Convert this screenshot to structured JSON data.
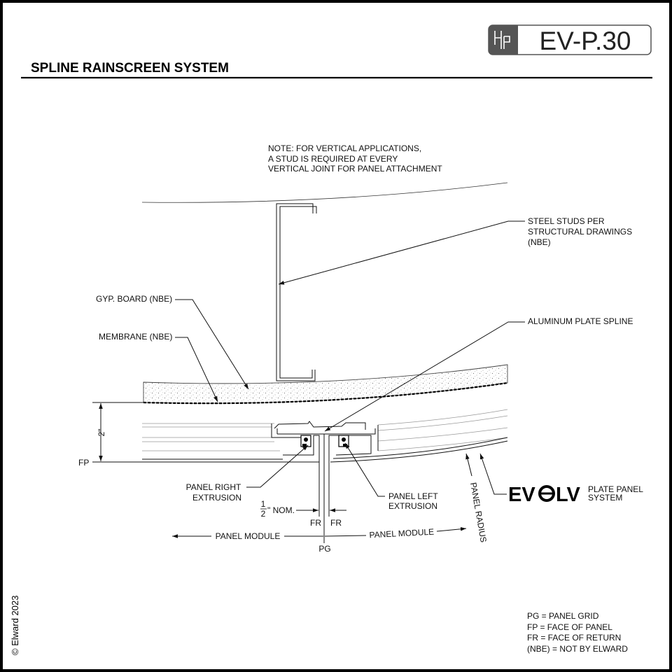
{
  "title": "SPLINE RAINSCREEN SYSTEM",
  "sheet_code": "EV-P.30",
  "copyright": "© Elward 2023",
  "note": [
    "NOTE: FOR VERTICAL APPLICATIONS,",
    "A STUD IS REQUIRED AT EVERY",
    "VERTICAL JOINT FOR PANEL ATTACHMENT"
  ],
  "callouts": {
    "steel_studs": [
      "STEEL STUDS PER",
      "STRUCTURAL DRAWINGS",
      "(NBE)"
    ],
    "gyp_board": "GYP. BOARD (NBE)",
    "membrane": "MEMBRANE (NBE)",
    "aluminum_spline": "ALUMINUM PLATE SPLINE",
    "panel_right": [
      "PANEL RIGHT",
      "EXTRUSION"
    ],
    "panel_left": [
      "PANEL LEFT",
      "EXTRUSION"
    ],
    "panel_radius": "PANEL RADIUS"
  },
  "dimensions": {
    "depth": "2\"",
    "fp": "FP",
    "half_num": "1",
    "half_den": "2",
    "nom": "\" NOM.",
    "fr_left": "FR",
    "fr_right": "FR",
    "panel_module_left": "PANEL MODULE",
    "panel_module_right": "PANEL MODULE",
    "pg": "PG"
  },
  "brand": {
    "name_left": "EV",
    "name_right": "LV",
    "tagline": [
      "PLATE PANEL",
      "SYSTEM"
    ]
  },
  "legend": [
    "PG = PANEL GRID",
    "FP = FACE OF PANEL",
    "FR = FACE OF RETURN",
    "(NBE) = NOT BY ELWARD"
  ]
}
